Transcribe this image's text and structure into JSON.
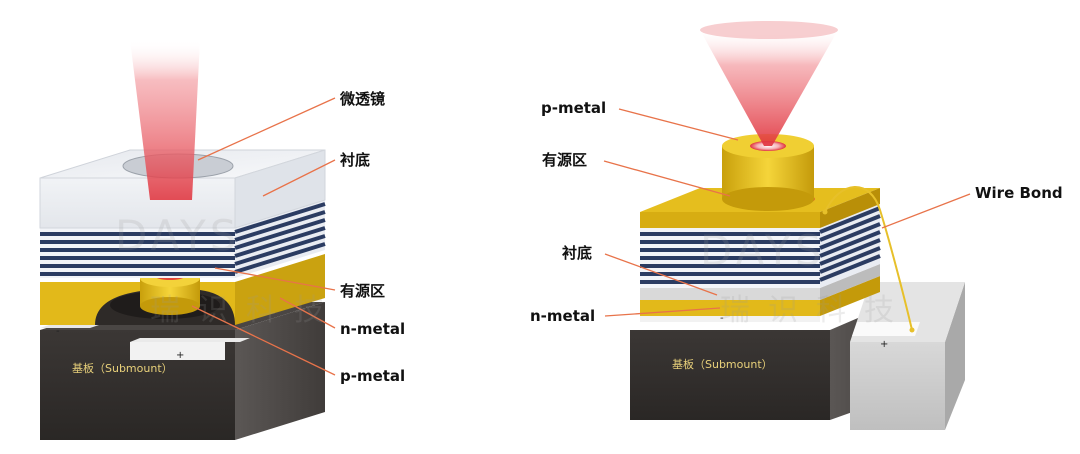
{
  "left_diagram": {
    "labels": {
      "microlens": "微透镜",
      "substrate": "衬底",
      "active_region": "有源区",
      "n_metal": "n-metal",
      "p_metal": "p-metal"
    },
    "submount": "基板（Submount）",
    "polarity_minus": "-",
    "polarity_plus": "+"
  },
  "right_diagram": {
    "labels": {
      "p_metal": "p-metal",
      "active_region": "有源区",
      "substrate": "衬底",
      "n_metal": "n-metal",
      "wire_bond": "Wire Bond"
    },
    "submount": "基板（Submount）",
    "polarity_minus": "-",
    "polarity_plus": "+"
  },
  "watermark": {
    "brand": "DAYS",
    "chinese": "瑞识科技"
  },
  "colors": {
    "laser": "#e0303a",
    "gold": "#e8c21c",
    "submount": "#3a3634",
    "dbr_dark": "#2a3a5e",
    "leader": "#e8734a"
  }
}
